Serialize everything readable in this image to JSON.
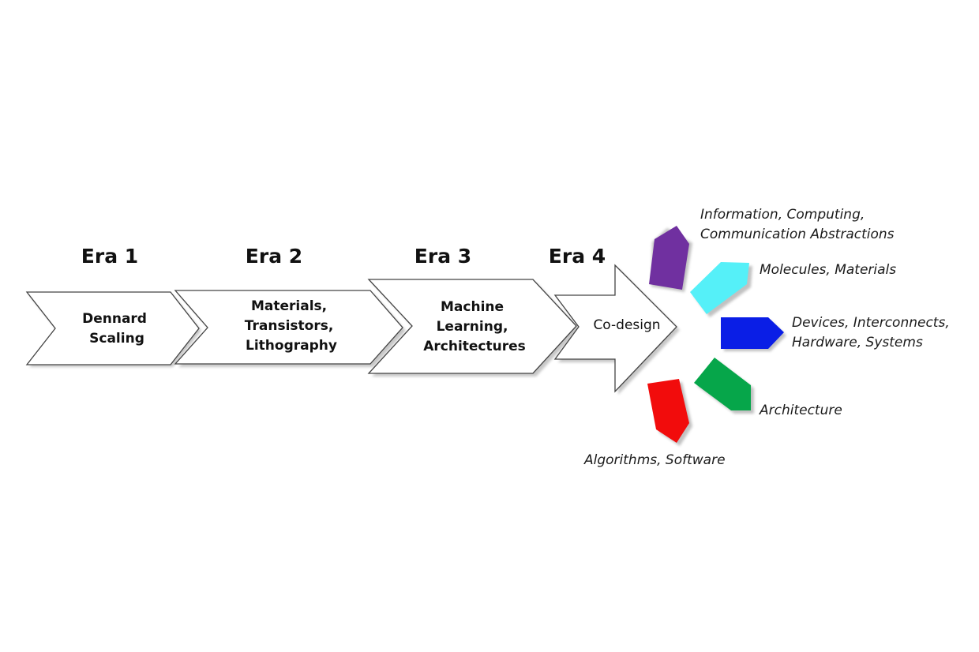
{
  "eras": [
    {
      "title": "Era 1",
      "lines": [
        "Dennard",
        "Scaling"
      ]
    },
    {
      "title": "Era 2",
      "lines": [
        "Materials,",
        "Transistors,",
        "Lithography"
      ]
    },
    {
      "title": "Era 3",
      "lines": [
        "Machine",
        "Learning,",
        "Architectures"
      ]
    },
    {
      "title": "Era 4",
      "lines": [
        "Co-design"
      ]
    }
  ],
  "branches": [
    {
      "color": "#7030a0",
      "lines": [
        "Information, Computing,",
        "Communication Abstractions"
      ]
    },
    {
      "color": "#55f0f8",
      "lines": [
        "Molecules, Materials"
      ]
    },
    {
      "color": "#0a1ee6",
      "lines": [
        "Devices, Interconnects,",
        "Hardware, Systems"
      ]
    },
    {
      "color": "#06a64a",
      "lines": [
        "Architecture"
      ]
    },
    {
      "color": "#f20c0c",
      "lines": [
        "Algorithms, Software"
      ]
    }
  ]
}
